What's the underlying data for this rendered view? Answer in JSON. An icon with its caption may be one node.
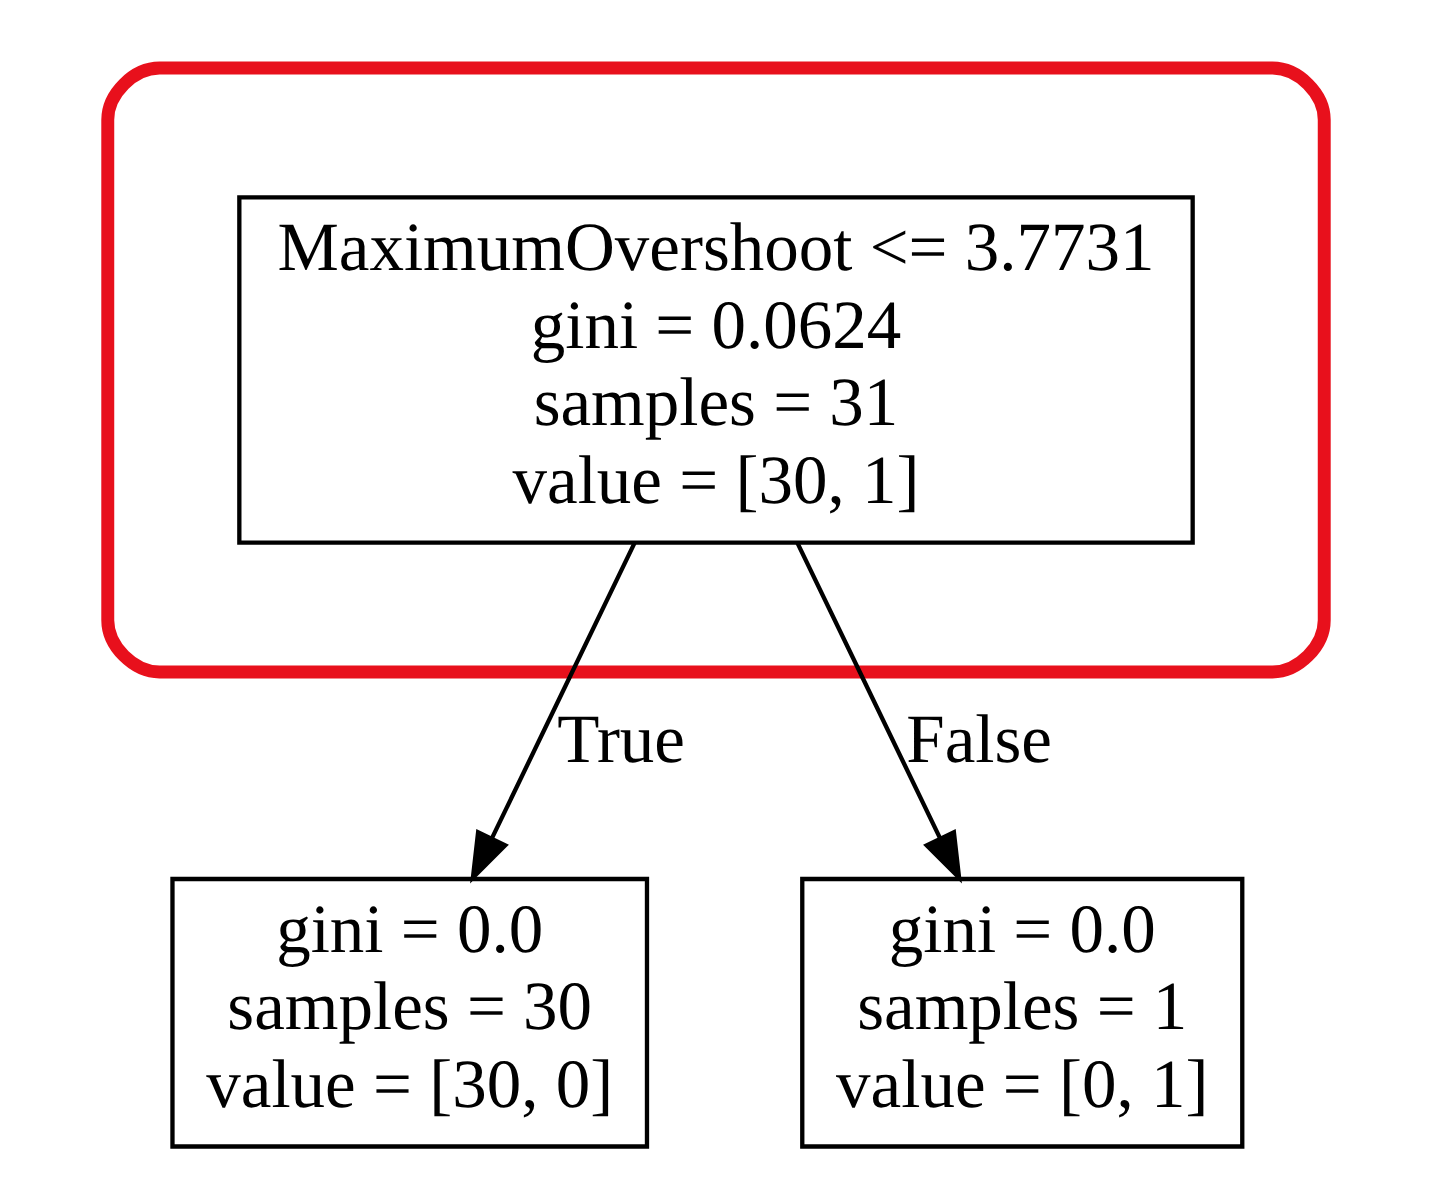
{
  "diagram": {
    "nodes": [
      {
        "text": [],
        "shape": "ellipse"
      },
      {
        "text": [
          "MaximumOvershoot <= 3.7731",
          "gini = 0.0624",
          "samples = 31",
          "value = [30, 1]"
        ],
        "in": 0
      },
      {
        "text": [
          "gini = 0.0",
          "samples = 30",
          "value = [30, 0]"
        ]
      },
      {
        "text": [
          "gini = 0.0",
          "samples = 1",
          "value = [0, 1]"
        ]
      }
    ],
    "edges": [
      {
        "from": 1,
        "to": 2,
        "arrow": "to",
        "label": "True"
      },
      {
        "from": 1,
        "to": 3,
        "arrow": "to",
        "label": "False"
      }
    ]
  }
}
